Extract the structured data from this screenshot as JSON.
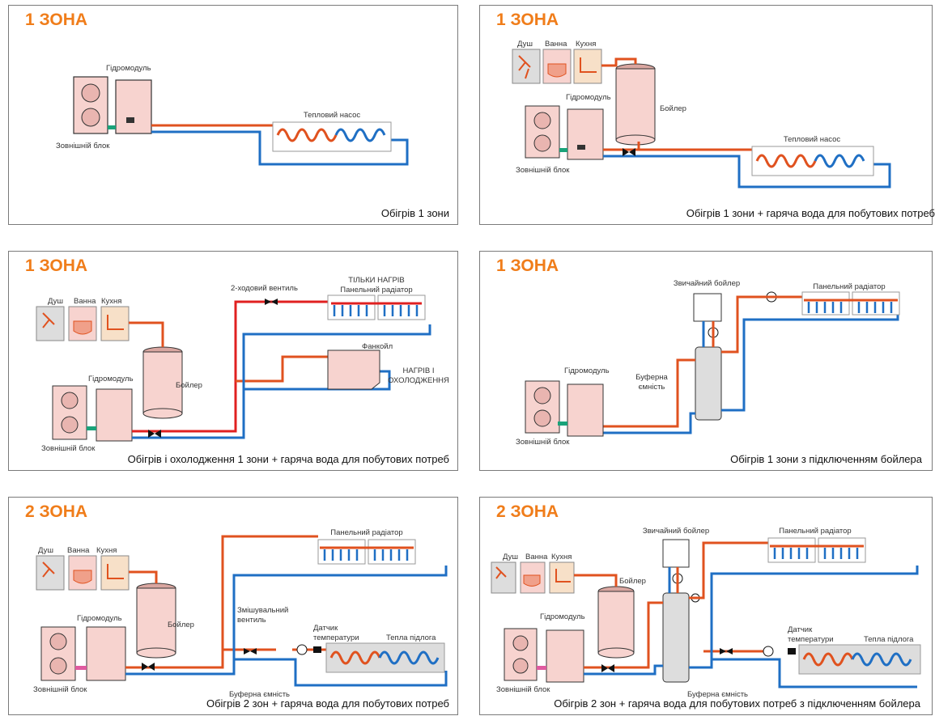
{
  "colors": {
    "accent": "#f07d1a",
    "hot": "#e0521f",
    "cold": "#1f6fc4",
    "red": "#e02020",
    "green": "#1aa37a",
    "pink": "#e05aa0"
  },
  "panels": [
    {
      "title": "1 ЗОНА",
      "caption": "Обігрів 1 зони",
      "labels": {
        "hydromodule": "Гідромодуль",
        "outdoor": "Зовнішній блок",
        "heatpump": "Тепловий насос"
      }
    },
    {
      "title": "1 ЗОНА",
      "caption": "Обігрів 1 зони + гаряча вода для побутових потреб",
      "labels": {
        "shower": "Душ",
        "bath": "Ванна",
        "kitchen": "Кухня",
        "hydromodule": "Гідромодуль",
        "boiler": "Бойлер",
        "outdoor": "Зовнішній блок",
        "heatpump": "Тепловий насос"
      }
    },
    {
      "title": "1 ЗОНА",
      "caption": "Обігрів і охолодження 1 зони + гаряча вода для побутових потреб",
      "labels": {
        "shower": "Душ",
        "bath": "Ванна",
        "kitchen": "Кухня",
        "hydromodule": "Гідромодуль",
        "boiler": "Бойлер",
        "outdoor": "Зовнішній блок",
        "valve2": "2-ходовий вентиль",
        "heatonly": "ТІЛЬКИ НАГРІВ",
        "radiator": "Панельний радіатор",
        "fancoil": "Фанкойл",
        "heatcool1": "НАГРІВ І",
        "heatcool2": "ОХОЛОДЖЕННЯ"
      }
    },
    {
      "title": "1 ЗОНА",
      "caption": "Обігрів 1 зони з підключенням бойлера",
      "labels": {
        "regboiler": "Звичайний бойлер",
        "radiator": "Панельний радіатор",
        "hydromodule": "Гідромодуль",
        "buffer1": "Буферна",
        "buffer2": "ємність",
        "outdoor": "Зовнішній блок"
      }
    },
    {
      "title": "2 ЗОНА",
      "caption": "Обігрів 2 зон + гаряча вода для побутових потреб",
      "labels": {
        "shower": "Душ",
        "bath": "Ванна",
        "kitchen": "Кухня",
        "hydromodule": "Гідромодуль",
        "boiler": "Бойлер",
        "outdoor": "Зовнішній блок",
        "radiator": "Панельний радіатор",
        "mixing1": "Змішувальний",
        "mixing2": "вентиль",
        "sensor1": "Датчик",
        "sensor2": "температури",
        "floor": "Тепла підлога",
        "buffer": "Буферна ємність"
      }
    },
    {
      "title": "2 ЗОНА",
      "caption": "Обігрів 2 зон + гаряча вода для побутових потреб з підключенням бойлера",
      "labels": {
        "shower": "Душ",
        "bath": "Ванна",
        "kitchen": "Кухня",
        "hydromodule": "Гідромодуль",
        "boiler": "Бойлер",
        "outdoor": "Зовнішній блок",
        "regboiler": "Звичайний бойлер",
        "radiator": "Панельний радіатор",
        "sensor1": "Датчик",
        "sensor2": "температури",
        "floor": "Тепла підлога",
        "buffer": "Буферна ємність"
      }
    }
  ]
}
